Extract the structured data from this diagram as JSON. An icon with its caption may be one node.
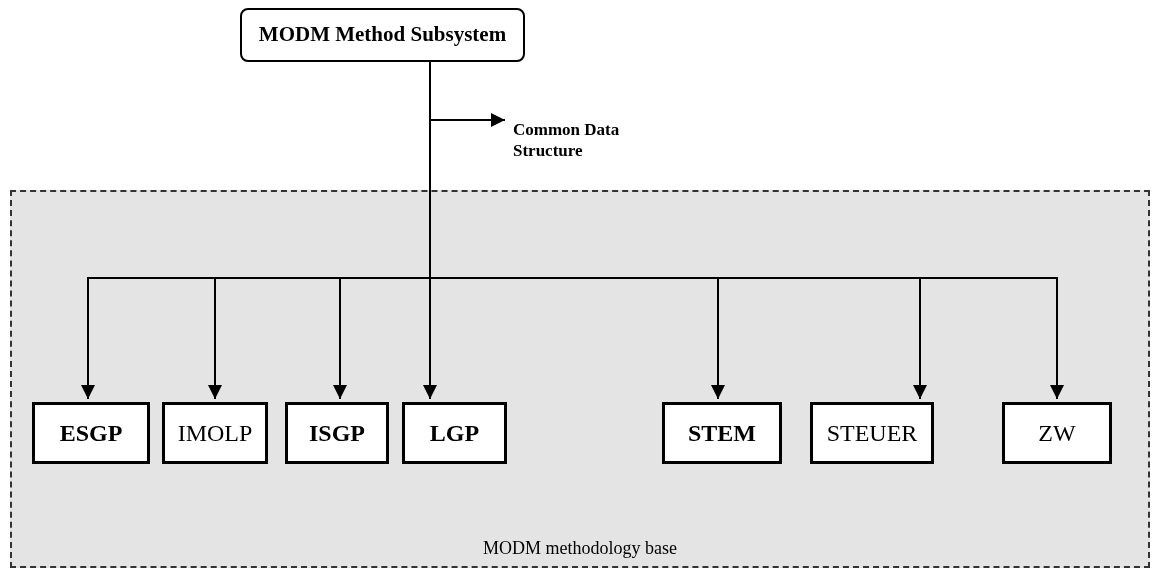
{
  "diagram": {
    "nodes": [
      {
        "text": [
          "MODM Method Subsystem"
        ]
      },
      {
        "text": [
          "Common Data Structure"
        ]
      },
      {
        "text": [
          "MODM methodology base"
        ]
      },
      {
        "text": [
          "ESGP"
        ],
        "in": 2
      },
      {
        "text": [
          "IMOLP"
        ],
        "in": 2
      },
      {
        "text": [
          "ISGP"
        ],
        "in": 2
      },
      {
        "text": [
          "LGP"
        ],
        "in": 2
      },
      {
        "text": [
          "STEM"
        ],
        "in": 2
      },
      {
        "text": [
          "STEUER"
        ],
        "in": 2
      },
      {
        "text": [
          "ZW"
        ],
        "in": 2
      }
    ],
    "edges": [
      {
        "from": 0,
        "to": 1,
        "arrow": "to"
      },
      {
        "from": 0,
        "to": 3,
        "arrow": "to"
      },
      {
        "from": 0,
        "to": 4,
        "arrow": "to"
      },
      {
        "from": 0,
        "to": 5,
        "arrow": "to"
      },
      {
        "from": 0,
        "to": 6,
        "arrow": "to"
      },
      {
        "from": 0,
        "to": 7,
        "arrow": "to"
      },
      {
        "from": 0,
        "to": 8,
        "arrow": "to"
      },
      {
        "from": 0,
        "to": 9,
        "arrow": "to"
      }
    ]
  }
}
